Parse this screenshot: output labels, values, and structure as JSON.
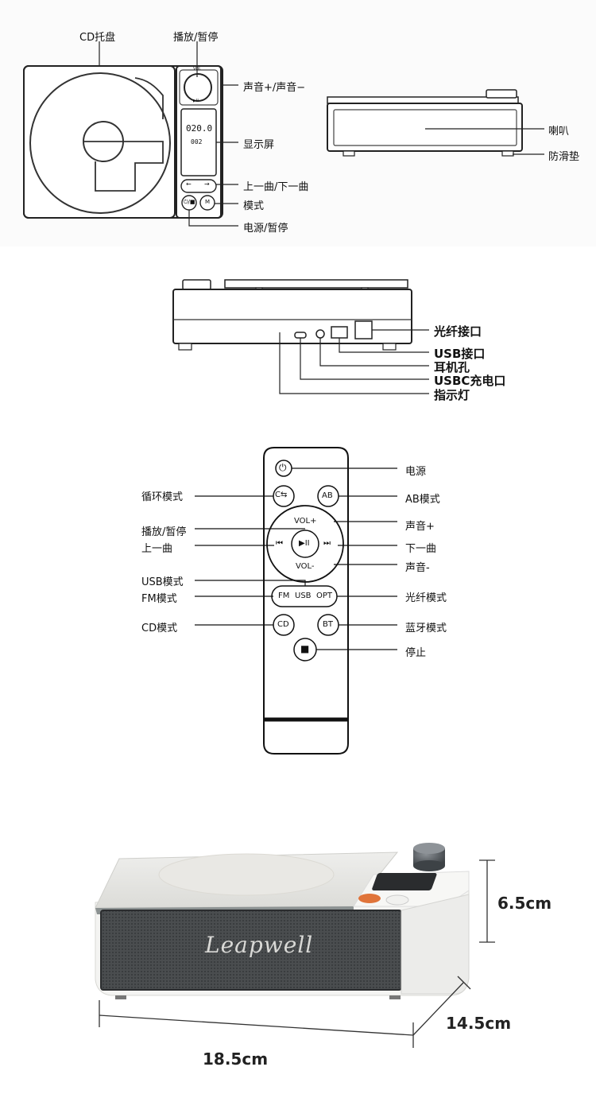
{
  "top_diagram": {
    "labels": {
      "cd_tray": "CD托盘",
      "play_pause": "播放/暂停",
      "volume": "声音+/声音−",
      "display": "显示屏",
      "prev_next": "上一曲/下一曲",
      "mode": "模式",
      "power_pause": "电源/暂停",
      "speaker": "喇叭",
      "antislip": "防滑垫"
    },
    "device_text": {
      "vol": "VOL",
      "play_icon": "▶II",
      "display_time": "020.0",
      "display_track": "002",
      "prev_arrow": "←",
      "next_arrow": "→",
      "mode_btn": "M",
      "power_btn": "⏻/■"
    }
  },
  "rear_diagram": {
    "labels": {
      "optical": "光纤接口",
      "usb": "USB接口",
      "headphone": "耳机孔",
      "usbc": "USBC充电口",
      "indicator": "指示灯"
    }
  },
  "remote": {
    "labels_left": {
      "loop_mode": "循环模式",
      "play_pause": "播放/暂停",
      "prev": "上一曲",
      "usb_mode": "USB模式",
      "fm_mode": "FM模式",
      "cd_mode": "CD模式"
    },
    "labels_right": {
      "power": "电源",
      "ab_mode": "AB模式",
      "vol_up": "声音+",
      "next": "下一曲",
      "vol_down": "声音-",
      "optical_mode": "光纤模式",
      "bt_mode": "蓝牙模式",
      "stop": "停止"
    },
    "buttons": {
      "power": "⏻",
      "loop": "C⇆",
      "ab": "AB",
      "vol_plus": "VOL+",
      "vol_minus": "VOL-",
      "prev": "⏮",
      "next": "⏭",
      "play": "▶II",
      "fm": "FM",
      "usb": "USB",
      "opt": "OPT",
      "cd": "CD",
      "bt": "BT",
      "stop": "■"
    }
  },
  "product": {
    "brand": "Leapwell",
    "height": "6.5cm",
    "depth": "14.5cm",
    "width": "18.5cm"
  }
}
